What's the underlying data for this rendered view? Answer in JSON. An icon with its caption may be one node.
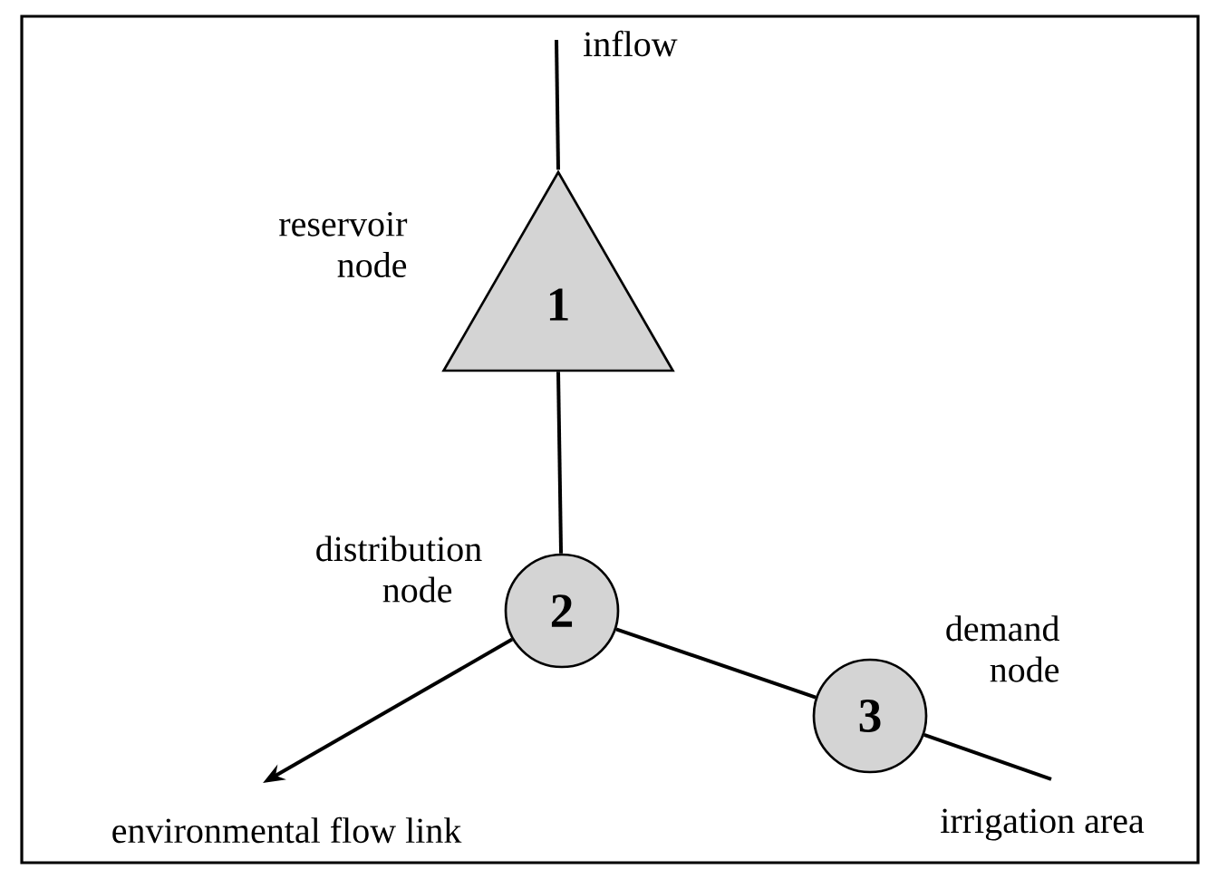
{
  "diagram": {
    "nodes": [
      {
        "text": [
          "1"
        ],
        "beside": [
          "reservoir node"
        ]
      },
      {
        "text": [
          "2"
        ],
        "beside": [
          "distribution node"
        ]
      },
      {
        "text": [
          "3"
        ],
        "beside": [
          "demand node"
        ]
      }
    ],
    "edges": [
      {
        "from": null,
        "to": 0,
        "arrow": "none",
        "label": "inflow"
      },
      {
        "from": 0,
        "to": 1,
        "arrow": "none"
      },
      {
        "from": 1,
        "to": null,
        "arrow": "to",
        "label": "environmental flow link"
      },
      {
        "from": 1,
        "to": 2,
        "arrow": "none"
      },
      {
        "from": 2,
        "to": null,
        "arrow": "none",
        "label": "irrigation area"
      }
    ]
  }
}
